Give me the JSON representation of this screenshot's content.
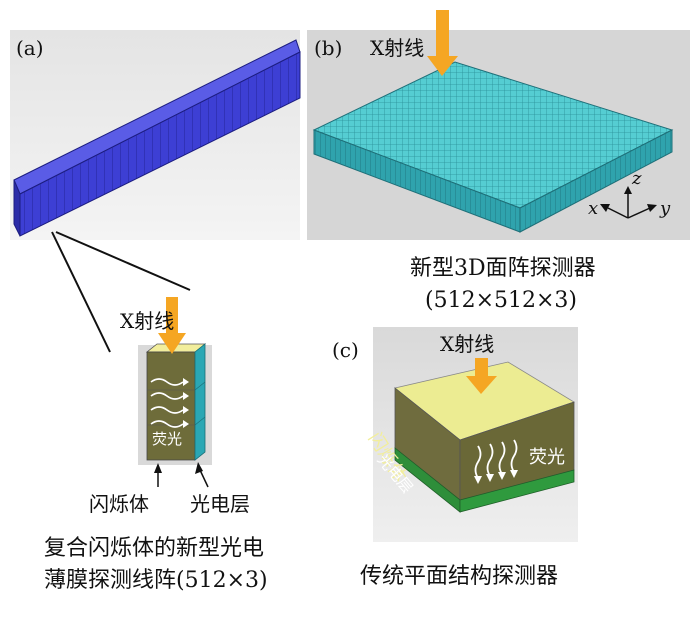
{
  "panels": {
    "a": {
      "label": "(a)",
      "xray_label": "X射线",
      "scintillator_label": "闪烁体",
      "photoelectric_label": "光电层",
      "fluorescence_label": "荧光",
      "caption_line1": "复合闪烁体的新型光电",
      "caption_line2": "薄膜探测线阵(512×3)",
      "colors": {
        "array": "#3a3ad0",
        "scintillator": "#e8e394",
        "photoelectric": "#2aa7b4",
        "arrow": "#f5a623"
      }
    },
    "b": {
      "label": "(b)",
      "xray_label": "X射线",
      "axis_x": "x",
      "axis_y": "y",
      "axis_z": "z",
      "caption_line1": "新型3D面阵探测器",
      "caption_line2": "(512×512×3)",
      "colors": {
        "detector": "#4fc9cf",
        "arrow": "#f5a623"
      }
    },
    "c": {
      "label": "(c)",
      "xray_label": "X射线",
      "scintillator_label": "闪烁体",
      "photoelectric_label": "光电层",
      "fluorescence_label": "荧光",
      "caption": "传统平面结构探测器",
      "colors": {
        "top": "#ecec92",
        "side": "#6f6c3e",
        "photo": "#2e8e3a",
        "arrow": "#f5a623"
      }
    }
  }
}
